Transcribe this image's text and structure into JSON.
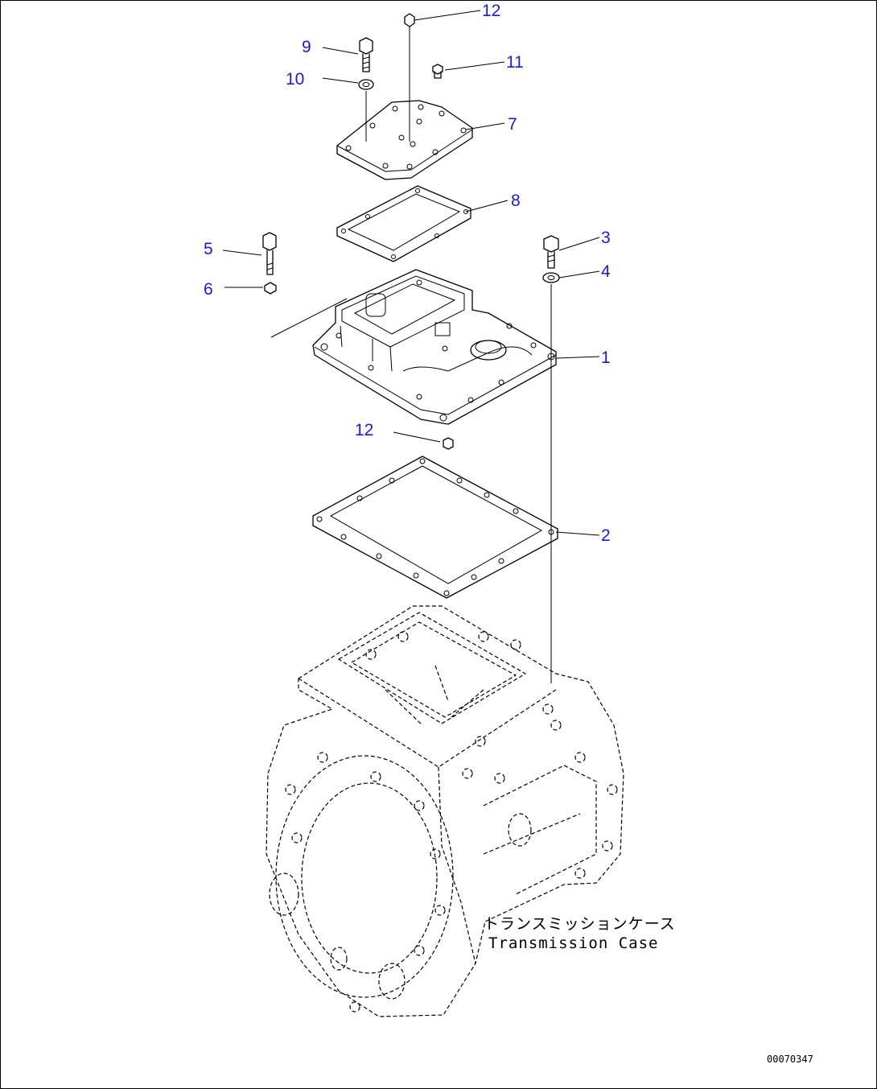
{
  "callouts": [
    {
      "id": "c12a",
      "label": "12"
    },
    {
      "id": "c9",
      "label": "9"
    },
    {
      "id": "c11",
      "label": "11"
    },
    {
      "id": "c10",
      "label": "10"
    },
    {
      "id": "c7",
      "label": "7"
    },
    {
      "id": "c8",
      "label": "8"
    },
    {
      "id": "c3",
      "label": "3"
    },
    {
      "id": "c5",
      "label": "5"
    },
    {
      "id": "c4",
      "label": "4"
    },
    {
      "id": "c6",
      "label": "6"
    },
    {
      "id": "c1",
      "label": "1"
    },
    {
      "id": "c12b",
      "label": "12"
    },
    {
      "id": "c2",
      "label": "2"
    }
  ],
  "case_label": {
    "japanese": "トランスミッションケース",
    "english": "Transmission Case"
  },
  "drawing_code": "00070347",
  "colors": {
    "callout": "#1b1bd6",
    "line": "#000000",
    "background": "#ffffff"
  }
}
